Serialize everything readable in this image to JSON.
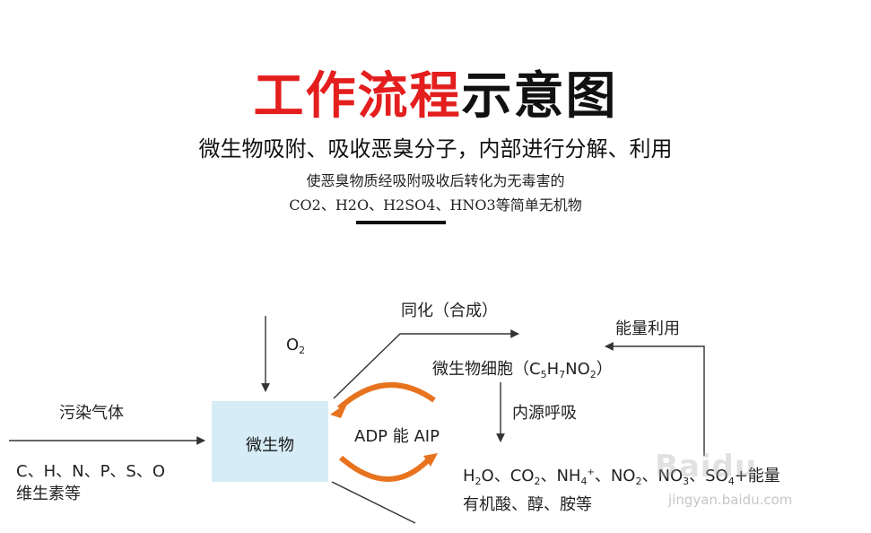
{
  "header": {
    "title_red": "工作流程",
    "title_black": "示意图",
    "subtitle": "微生物吸附、吸收恶臭分子，内部进行分解、利用",
    "desc_line1": "使恶臭物质经吸附吸收后转化为无毒害的",
    "desc_line2": "CO2、H2O、H2SO4、HNO3等简单无机物"
  },
  "diagram": {
    "oxygen": {
      "main": "O",
      "sub": "2"
    },
    "pollutant_gas": "污染气体",
    "elements_line1": "C、H、N、P、S、O",
    "elements_line2": "维生素等",
    "microbe_box": "微生物",
    "adp_atp": "ADP 能 AIP",
    "assimilation": "同化（合成）",
    "cell": {
      "pre": "微生物细胞（C",
      "s1": "5",
      "h": "H",
      "s2": "7",
      "no": "NO",
      "s3": "2",
      "post": "）"
    },
    "endogenous": "内源呼吸",
    "energy_use": "能量利用",
    "products_line2": "有机酸、醇、胺等",
    "products": {
      "h": "H",
      "h_sub": "2",
      "o_co": "O、CO",
      "co_sub": "2",
      "nh": "、NH",
      "nh_sub": "4",
      "nh_sup": "+",
      "no2": "、NO",
      "no2_sub": "2",
      "no3": "、NO",
      "no3_sub": "3",
      "so": "、SO",
      "so_sub": "4",
      "tail": "+能量"
    },
    "arrow_color": "#e8731f",
    "box_color": "#d6ecf6"
  },
  "watermark": {
    "logo": "Baidu",
    "url": "jingyan.baidu.com"
  }
}
